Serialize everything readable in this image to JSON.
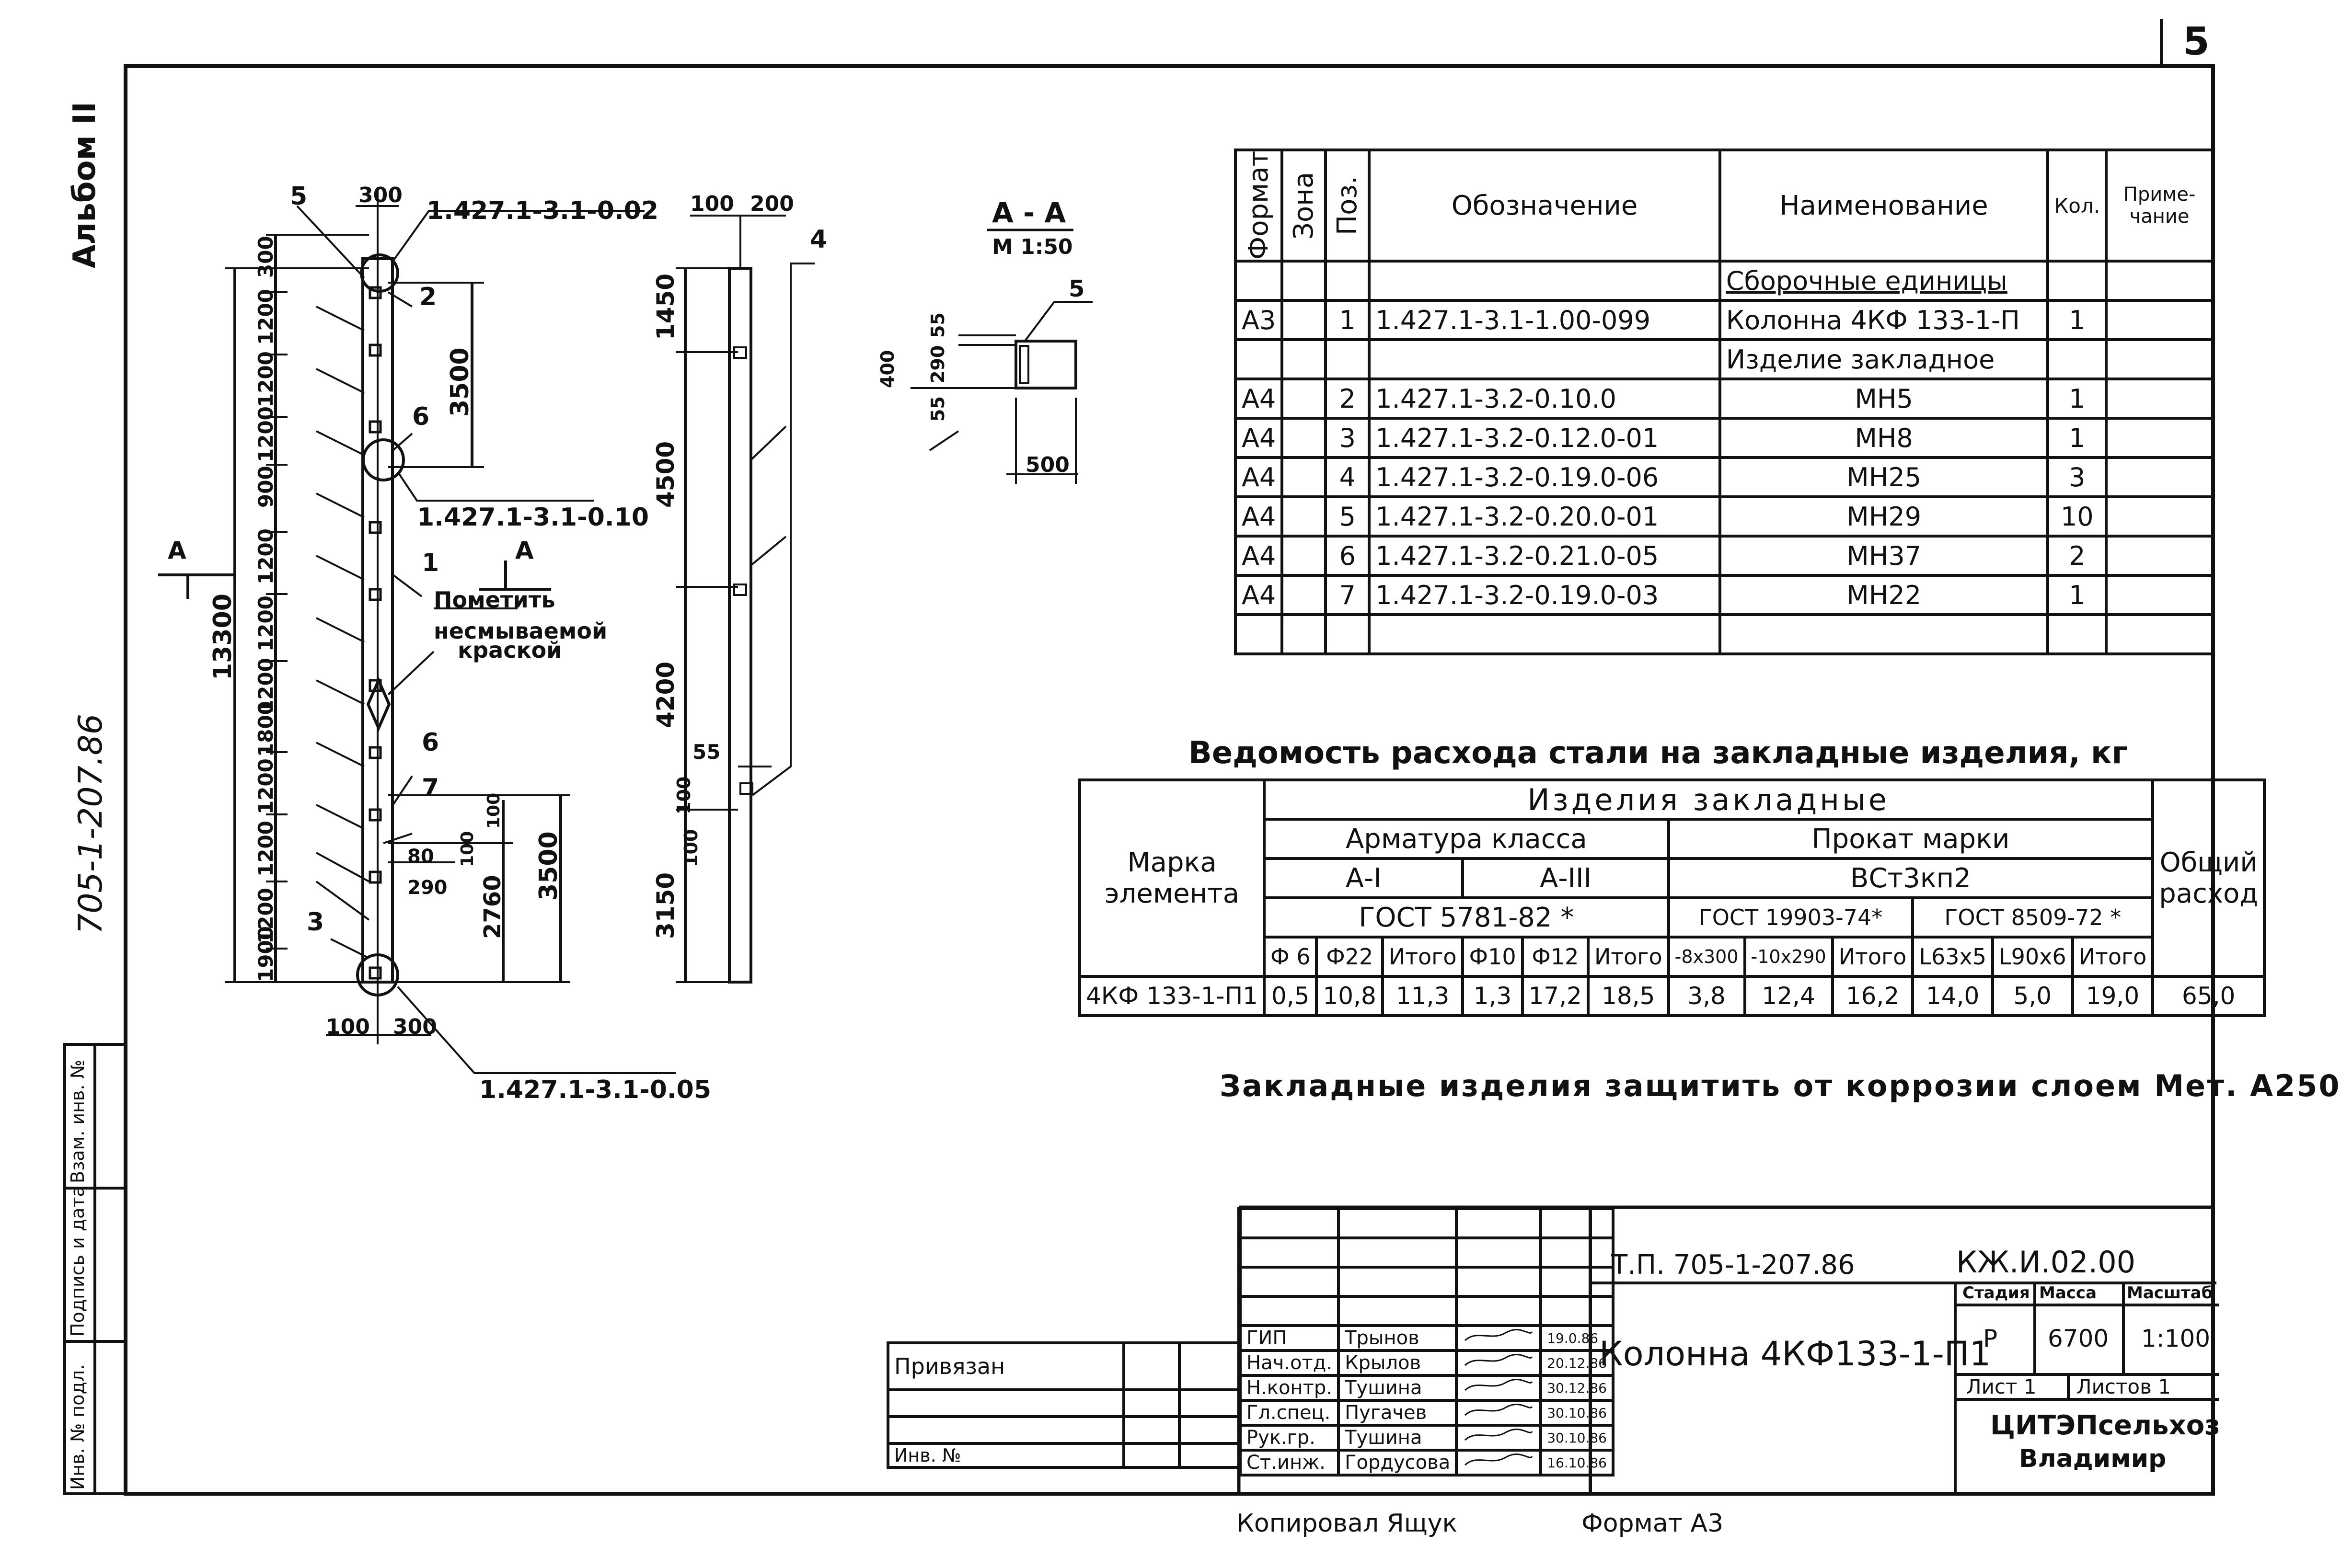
{
  "sheet_number": "5",
  "album_label": "Альбом II",
  "side_code": "705-1-207.86",
  "side_stamp": [
    "Инв. № подл.",
    "Подпись и дата",
    "Взам. инв. №"
  ],
  "elevation": {
    "ref_top": "1.427.1-3.1-0.02",
    "ref_mid": "1.427.1-3.1-0.10",
    "ref_bottom": "1.427.1-3.1-0.05",
    "top_dims": [
      "300"
    ],
    "bottom_dims": [
      "100",
      "300"
    ],
    "total_height": "13300",
    "left_dims": [
      "300",
      "1200",
      "1200",
      "1200",
      "900",
      "1200",
      "1200",
      "1200",
      "1800",
      "1200",
      "1200",
      "1200",
      "1900"
    ],
    "right_dims": [
      "3500",
      "80",
      "100",
      "290",
      "100",
      "2760",
      "3500"
    ],
    "positions": [
      "5",
      "2",
      "6",
      "1",
      "6",
      "7",
      "3"
    ],
    "section_marks": [
      "А",
      "А"
    ],
    "note": [
      "Пометить",
      "несмываемой",
      "краской"
    ]
  },
  "side_view": {
    "top_dims": [
      "100",
      "200"
    ],
    "dims": [
      "1450",
      "4500",
      "4200",
      "3150"
    ],
    "small_dims": [
      "55",
      "100",
      "100"
    ],
    "position": "4"
  },
  "section": {
    "title": "А - А",
    "scale": "М 1:50",
    "dims": [
      "55",
      "400",
      "290",
      "55",
      "500"
    ],
    "position": "5"
  },
  "spec_table": {
    "headers": [
      "Формат",
      "Зона",
      "Поз.",
      "Обозначение",
      "Наименование",
      "Кол.",
      "Приме-чание"
    ],
    "rows": [
      [
        "",
        "",
        "",
        "",
        "Сборочные единицы",
        "",
        ""
      ],
      [
        "А3",
        "",
        "1",
        "1.427.1-3.1-1.00-099",
        "Колонна 4КФ 133-1-П",
        "1",
        ""
      ],
      [
        "",
        "",
        "",
        "",
        "Изделие закладное",
        "",
        ""
      ],
      [
        "А4",
        "",
        "2",
        "1.427.1-3.2-0.10.0",
        "МН5",
        "1",
        ""
      ],
      [
        "А4",
        "",
        "3",
        "1.427.1-3.2-0.12.0-01",
        "МН8",
        "1",
        ""
      ],
      [
        "А4",
        "",
        "4",
        "1.427.1-3.2-0.19.0-06",
        "МН25",
        "3",
        ""
      ],
      [
        "А4",
        "",
        "5",
        "1.427.1-3.2-0.20.0-01",
        "МН29",
        "10",
        ""
      ],
      [
        "А4",
        "",
        "6",
        "1.427.1-3.2-0.21.0-05",
        "МН37",
        "2",
        ""
      ],
      [
        "А4",
        "",
        "7",
        "1.427.1-3.2-0.19.0-03",
        "МН22",
        "1",
        ""
      ],
      [
        "",
        "",
        "",
        "",
        "",
        "",
        ""
      ]
    ]
  },
  "steel_table": {
    "title": "Ведомость расхода стали на закладные изделия, кг",
    "mark_header": "Марка элемента",
    "group_header": "Изделия закладные",
    "armature_header": "Арматура класса",
    "rolled_header": "Прокат марки",
    "total_header": "Общий расход",
    "class_a1": "А-I",
    "class_a3": "А-III",
    "steel_grade": "ВСт3кп2",
    "gost_armature": "ГОСТ 5781-82 *",
    "gost_rolled_1": "ГОСТ 19903-74*",
    "gost_rolled_2": "ГОСТ 8509-72 *",
    "sub_headers": [
      "Ф 6",
      "Ф22",
      "Итого",
      "Ф10",
      "Ф12",
      "Итого",
      "-8х300",
      "-10х290",
      "Итого",
      "L63х5",
      "L90х6",
      "Итого"
    ],
    "row": [
      "4КФ 133-1-П1",
      "0,5",
      "10,8",
      "11,3",
      "1,3",
      "17,2",
      "18,5",
      "3,8",
      "12,4",
      "16,2",
      "14,0",
      "5,0",
      "19,0",
      "65,0"
    ]
  },
  "corrosion_note": "Закладные изделия защитить от коррозии слоем Мет. А250",
  "title_block": {
    "attached_label": "Привязан",
    "inv_label": "Инв. №",
    "project_code": "Т.П. 705-1-207.86",
    "drawing_code": "КЖ.И.02.00",
    "drawing_title": "Колонна 4КФ133-1-П1",
    "stage_label": "Стадия",
    "mass_label": "Масса",
    "scale_label": "Масштаб",
    "stage": "Р",
    "mass": "6700",
    "scale": "1:100",
    "sheet_label": "Лист 1",
    "sheets_label": "Листов 1",
    "org": [
      "ЦИТЭПсельхоз",
      "Владимир"
    ],
    "signers": [
      {
        "role": "ГИП",
        "name": "Трынов",
        "date": "19.0.86"
      },
      {
        "role": "Нач.отд.",
        "name": "Крылов",
        "date": "20.12.86"
      },
      {
        "role": "Н.контр.",
        "name": "Тушина",
        "date": "30.12.86"
      },
      {
        "role": "Гл.спец.",
        "name": "Пугачев",
        "date": "30.10.86"
      },
      {
        "role": "Рук.гр.",
        "name": "Тушина",
        "date": "30.10.86"
      },
      {
        "role": "Ст.инж.",
        "name": "Гордусова",
        "date": "16.10.86"
      }
    ]
  },
  "copied_by": "Копировал Ящук",
  "format": "Формат А3"
}
